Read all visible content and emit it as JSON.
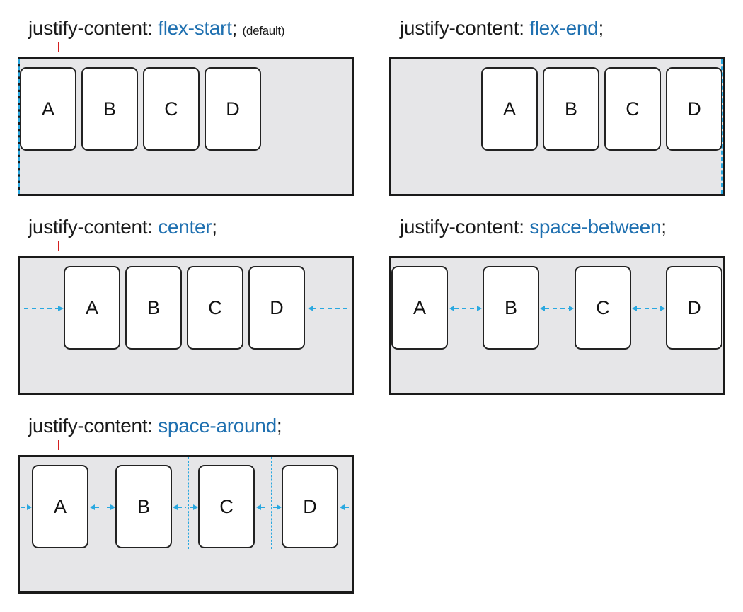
{
  "property": "justify-content:",
  "panels": [
    {
      "value": "flex-start",
      "suffix": ";",
      "note": "(default)",
      "items": [
        "A",
        "B",
        "C",
        "D"
      ]
    },
    {
      "value": "flex-end",
      "suffix": ";",
      "note": "",
      "items": [
        "A",
        "B",
        "C",
        "D"
      ]
    },
    {
      "value": "center",
      "suffix": ";",
      "note": "",
      "items": [
        "A",
        "B",
        "C",
        "D"
      ]
    },
    {
      "value": "space-between",
      "suffix": ";",
      "note": "",
      "items": [
        "A",
        "B",
        "C",
        "D"
      ]
    },
    {
      "value": "space-around",
      "suffix": ";",
      "note": "",
      "items": [
        "A",
        "B",
        "C",
        "D"
      ]
    }
  ],
  "colors": {
    "value_text": "#1f70b0",
    "guide": "#29a8e0",
    "container_bg": "#e6e6e8",
    "marker": "#d42020"
  }
}
